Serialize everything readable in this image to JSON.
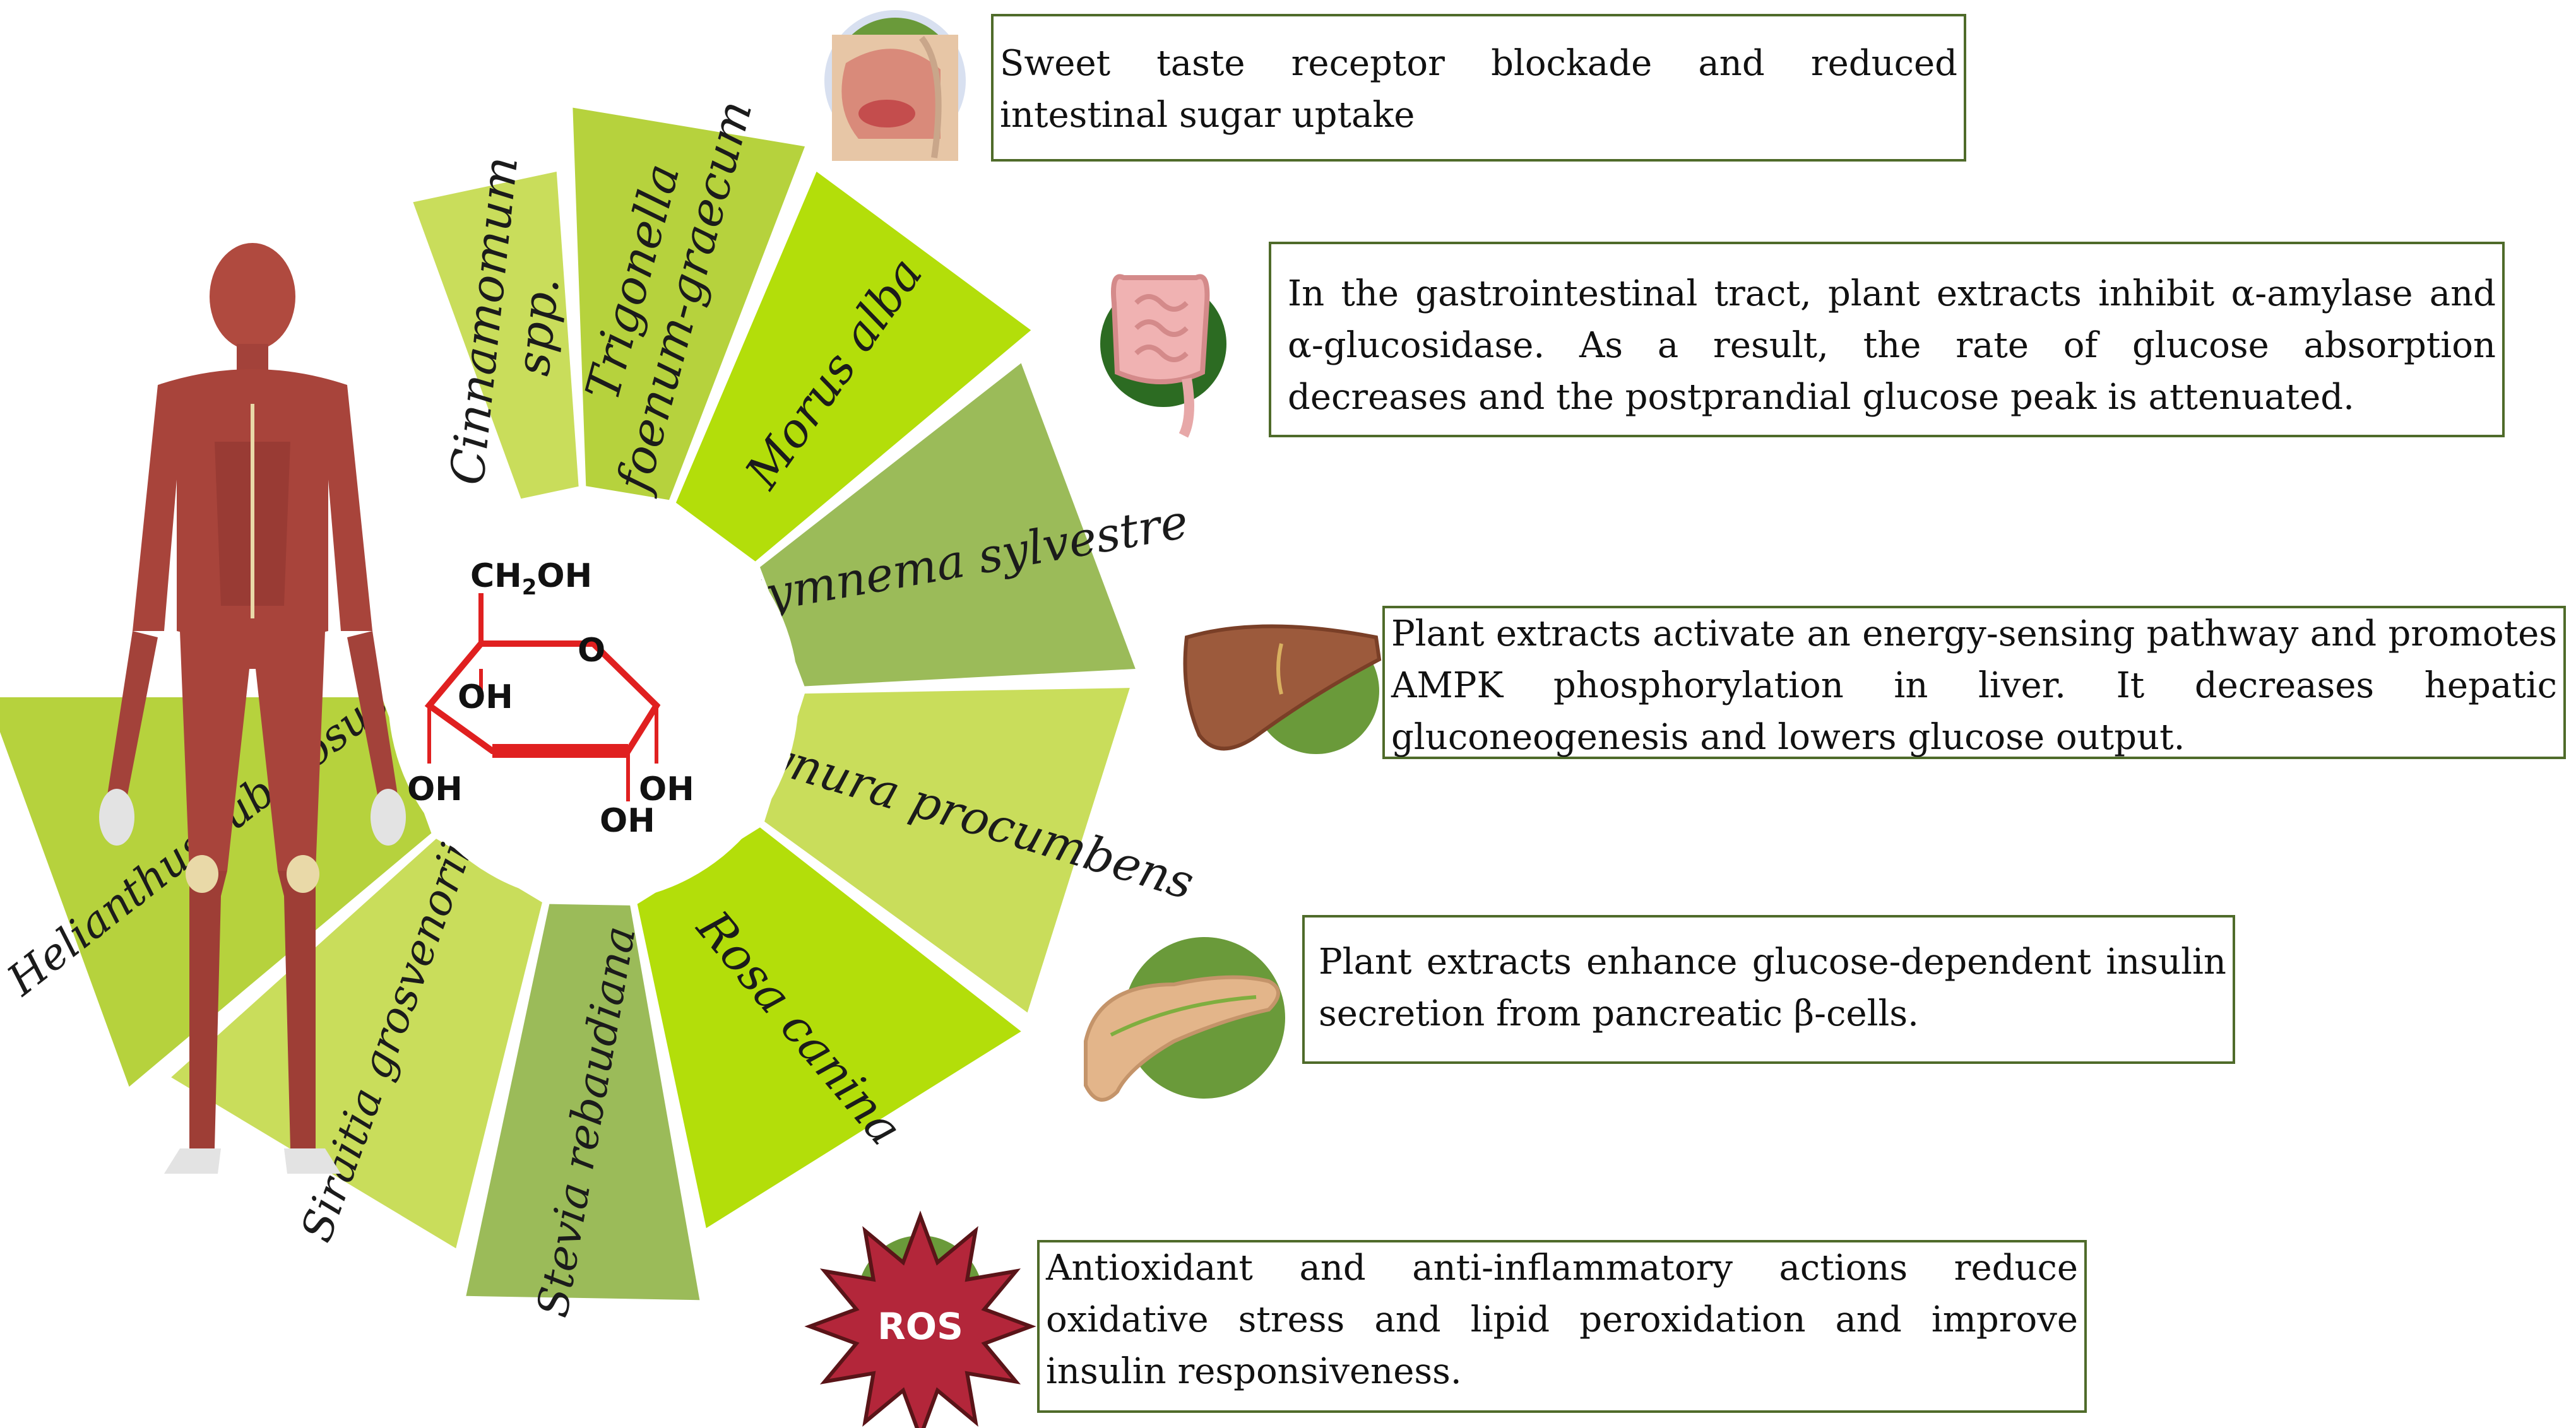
{
  "colors": {
    "segment_light": "#c9dd5b",
    "segment_mid": "#b6d23d",
    "segment_bright": "#b3de0a",
    "segment_olive": "#9bbb59",
    "circle_green": "#6a9a3a",
    "ring_green": "#2c6b22",
    "ring_text": "#1b1b1b",
    "glucose_ring": "#e02020",
    "box_border": "#4f6b2a",
    "ros_fill": "#b3263a",
    "ros_text": "#ffffff"
  },
  "plants": [
    {
      "name": "Cinnamomum",
      "name2": "spp."
    },
    {
      "name": "Trigonella",
      "name2": "foenum-graecum"
    },
    {
      "name": "Morus alba"
    },
    {
      "name": "Gymnema sylvestre"
    },
    {
      "name": "Gynura procumbens"
    },
    {
      "name": "Rosa canina"
    },
    {
      "name": "Stevia rebaudiana"
    },
    {
      "name": "Siraitia grosvenorii"
    },
    {
      "name": "Helianthus tuberosus"
    }
  ],
  "glucose": {
    "ch2oh": "CH",
    "ch2oh_sub": "2",
    "ch2oh_tail": "OH",
    "ring_o": "O",
    "oh_top": "OH",
    "oh_left": "OH",
    "oh_bottom": "OH",
    "oh_right": "OH"
  },
  "mechanisms": [
    {
      "icon": "mouth-icon",
      "text": "Sweet taste receptor blockade and reduced intestinal sugar uptake"
    },
    {
      "icon": "intestine-icon",
      "text": "In the gastrointestinal tract, plant extracts inhibit α-amylase and α-glucosidase. As a result, the rate of glucose absorption decreases and the postprandial glucose peak is attenuated."
    },
    {
      "icon": "liver-icon",
      "text": "Plant extracts activate an energy-sensing pathway and promotes AMPK phosphorylation in liver. It decreases hepatic gluconeogenesis and lowers glucose output."
    },
    {
      "icon": "pancreas-icon",
      "text": "Plant extracts enhance glucose-dependent insulin secretion from pancreatic β-cells."
    },
    {
      "icon": "ros-icon",
      "text": "Antioxidant and anti-inflammatory actions reduce oxidative stress and lipid peroxidation and improve insulin responsiveness."
    }
  ],
  "ros_label": "ROS"
}
